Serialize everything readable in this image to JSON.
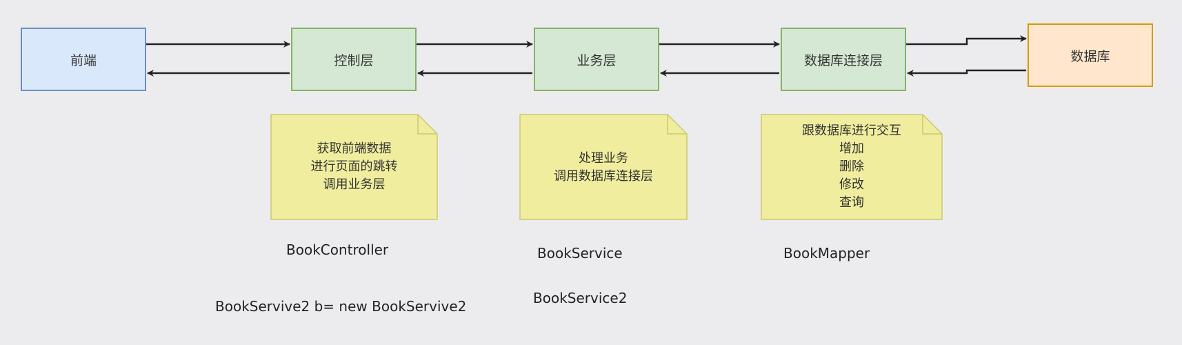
{
  "boxes": {
    "frontend": "前端",
    "controller": "控制层",
    "service": "业务层",
    "dao": "数据库连接层",
    "database": "数据库"
  },
  "notes": {
    "controller": "获取前端数据\n进行页面的跳转\n调用业务层",
    "service": "处理业务\n调用数据库连接层",
    "dao": "跟数据库进行交互\n增加\n删除\n修改\n查询"
  },
  "labels": {
    "book_controller": "BookController",
    "book_service": "BookService",
    "book_mapper": "BookMapper",
    "book_service_new": "BookServive2  b= new BookServive2",
    "book_service2": "BookService2"
  },
  "colors": {
    "frontend_fill": "#dae8fc",
    "frontend_stroke": "#6c8ebf",
    "layer_fill": "#d5e8d4",
    "layer_stroke": "#82b366",
    "database_fill": "#ffe6cc",
    "database_stroke": "#d79b00",
    "note_fill": "#f0ee9e",
    "note_stroke": "#c9c870",
    "arrow": "#222222"
  }
}
